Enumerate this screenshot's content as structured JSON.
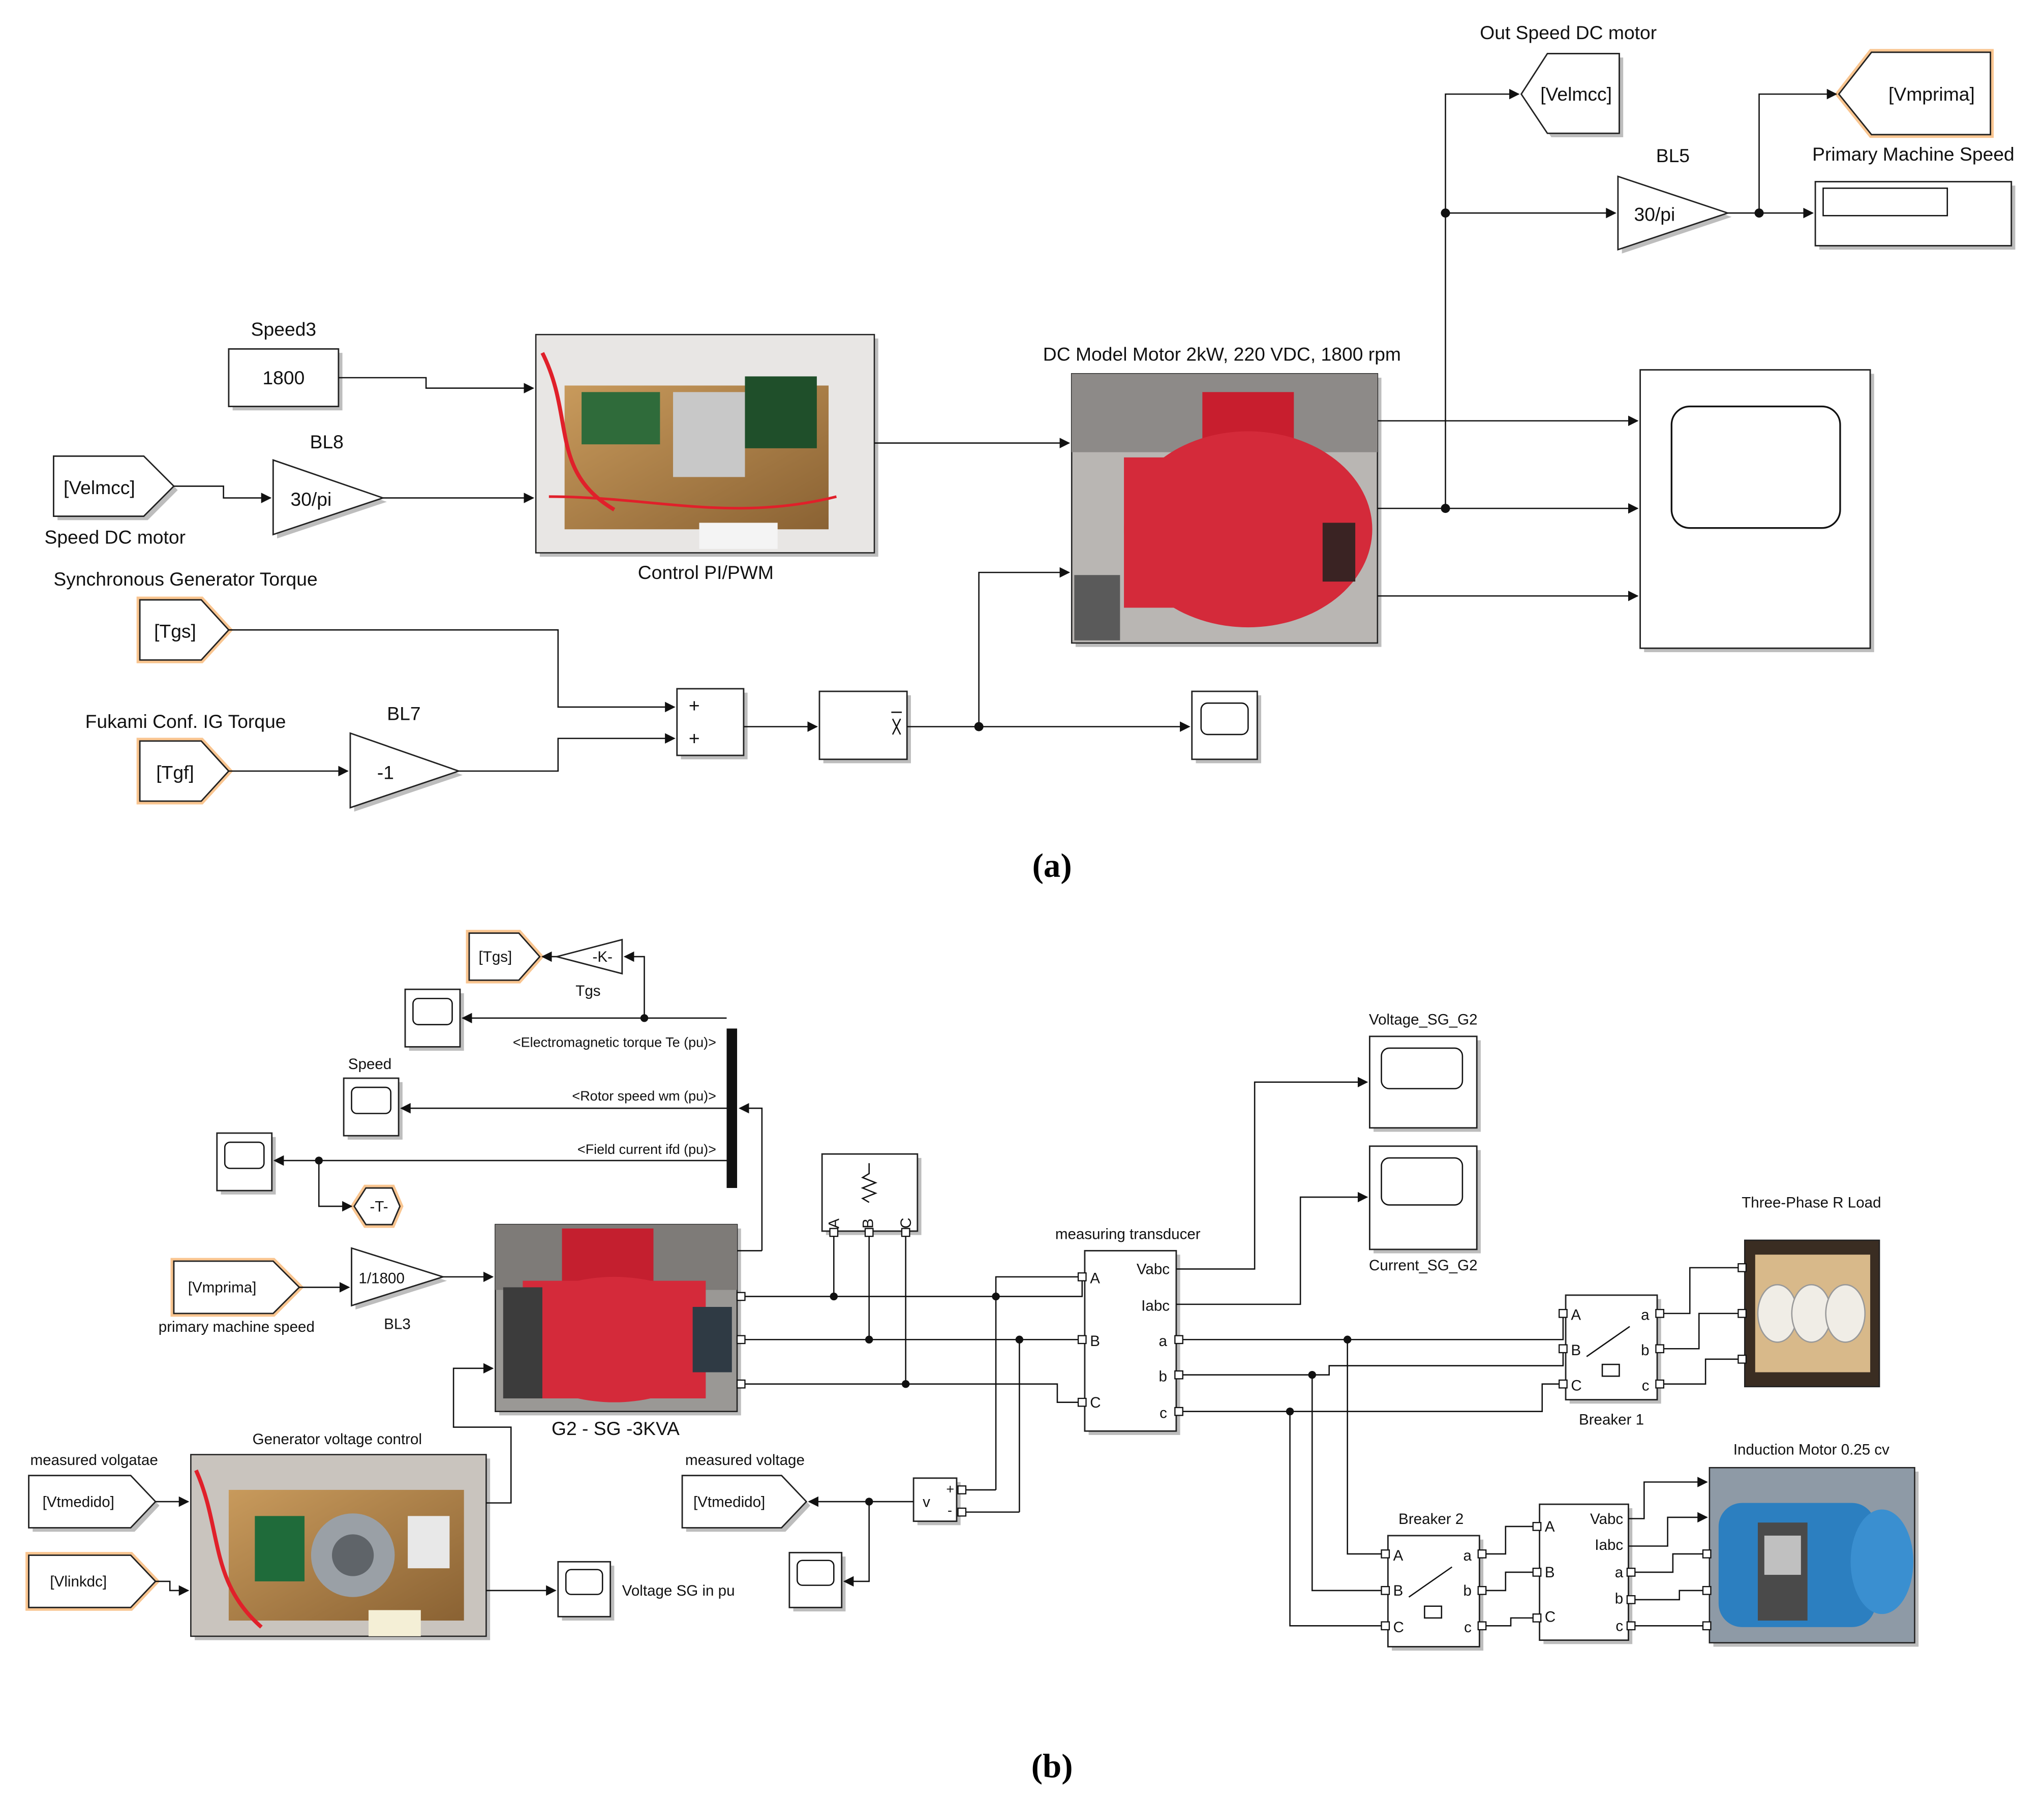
{
  "captions": {
    "a": "(a)",
    "b": "(b)"
  },
  "part_a": {
    "speed3": {
      "title": "Speed3",
      "value": "1800"
    },
    "from_velmcc": {
      "tag": "[Velmcc]",
      "label": "Speed DC motor"
    },
    "bl8": {
      "title": "BL8",
      "gain": "30/pi"
    },
    "control": {
      "label": "Control PI/PWM"
    },
    "motor": {
      "title": "DC Model Motor 2kW, 220 VDC, 1800 rpm"
    },
    "sg_torque": {
      "title": "Synchronous Generator Torque",
      "tag": "[Tgs]"
    },
    "ig_torque": {
      "title": "Fukami Conf. IG Torque",
      "tag": "[Tgf]"
    },
    "bl7": {
      "title": "BL7",
      "gain": "-1"
    },
    "sum_signs": [
      "+",
      "+"
    ],
    "goto_velmcc": {
      "title": "Out Speed DC motor",
      "tag": "[Velmcc]"
    },
    "bl5": {
      "title": "BL5",
      "gain": "30/pi"
    },
    "goto_vmprima": {
      "tag": "[Vmprima]"
    },
    "display": {
      "title": "Primary Machine Speed"
    }
  },
  "part_b": {
    "goto_tgs": {
      "tag": "[Tgs]"
    },
    "gain_k": {
      "text": "-K-",
      "label": "Tgs"
    },
    "bus": {
      "sig1": "<Electromagnetic torque  Te (pu)>",
      "sig2": "<Rotor speed  wm  (pu)>",
      "sig3": "<Field current  ifd (pu)>"
    },
    "speed_scope": {
      "title": "Speed"
    },
    "terminator": {
      "text": "-T-"
    },
    "from_vmprima": {
      "tag": "[Vmprima]",
      "label": "primary machine speed"
    },
    "bl3": {
      "gain": "1/1800",
      "label": "BL3"
    },
    "generator": {
      "label": "G2 - SG -3KVA"
    },
    "load_ports": {
      "a": "A",
      "b": "B",
      "c": "C"
    },
    "transducer": {
      "title": "measuring transducer",
      "ports_left": [
        "A",
        "B",
        "C"
      ],
      "vabc": "Vabc",
      "iabc": "Iabc",
      "ports_right": [
        "a",
        "b",
        "c"
      ]
    },
    "scope_v": {
      "title": "Voltage_SG_G2"
    },
    "scope_i": {
      "title": "Current_SG_G2"
    },
    "rload": {
      "title": "Three-Phase R Load"
    },
    "breaker1": {
      "label": "Breaker 1",
      "left": [
        "A",
        "B",
        "C"
      ],
      "right": [
        "a",
        "b",
        "c"
      ]
    },
    "breaker2": {
      "label": "Breaker 2",
      "left": [
        "A",
        "B",
        "C"
      ],
      "right": [
        "a",
        "b",
        "c"
      ]
    },
    "meas2": {
      "left": [
        "A",
        "B",
        "C"
      ],
      "vabc": "Vabc",
      "iabc": "Iabc",
      "right": [
        "a",
        "b",
        "c"
      ]
    },
    "induction": {
      "title": "Induction Motor 0.25 cv"
    },
    "voltage_control": {
      "title": "Generator voltage control"
    },
    "from_vtmedido": {
      "title": "measured volgatae",
      "tag": "[Vtmedido]"
    },
    "from_vlinkdc": {
      "tag": "[Vlinkdc]"
    },
    "scope_vsg": {
      "label": "Voltage SG in pu"
    },
    "goto_vtmedido": {
      "title": "measured voltage",
      "tag": "[Vtmedido]"
    },
    "vsensor": {
      "v": "v",
      "plus": "+",
      "minus": "-"
    }
  },
  "colors": {
    "motor_red": "#d42a3a",
    "motor_blue": "#2c7fc0",
    "highlight": "#f7b26b"
  }
}
